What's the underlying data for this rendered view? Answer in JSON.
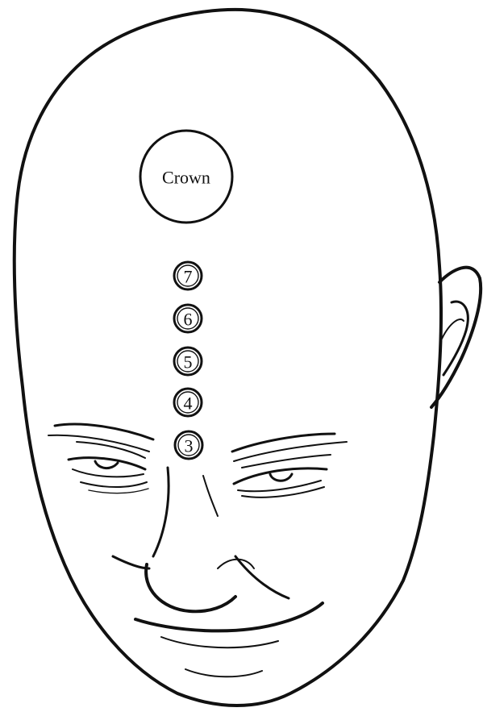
{
  "diagram": {
    "crown": {
      "label": "Crown"
    },
    "points": [
      {
        "label": "7"
      },
      {
        "label": "6"
      },
      {
        "label": "5"
      },
      {
        "label": "4"
      },
      {
        "label": "3"
      }
    ]
  },
  "colors": {
    "ink": "#111111",
    "background": "#ffffff"
  }
}
